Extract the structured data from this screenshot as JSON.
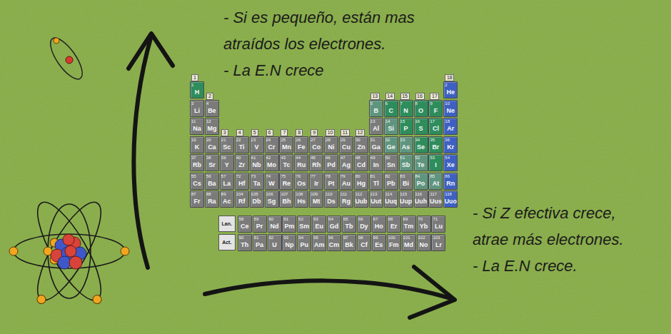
{
  "diagram": {
    "nodes": [
      {
        "text": [
          "1"
        ]
      },
      {
        "text": [
          "1",
          "H"
        ]
      },
      {
        "text": [
          "2"
        ]
      },
      {
        "text": [
          "13"
        ]
      },
      {
        "text": [
          "14"
        ]
      },
      {
        "text": [
          "15"
        ]
      },
      {
        "text": [
          "16"
        ]
      },
      {
        "text": [
          "17"
        ]
      },
      {
        "text": [
          "18"
        ]
      },
      {
        "text": [
          "2",
          "He"
        ]
      },
      {
        "text": [
          "3",
          "Li"
        ]
      },
      {
        "text": [
          "4",
          "Be"
        ]
      },
      {
        "text": [
          "5",
          "B"
        ]
      },
      {
        "text": [
          "6",
          "C"
        ]
      },
      {
        "text": [
          "7",
          "N"
        ]
      },
      {
        "text": [
          "8",
          "O"
        ]
      },
      {
        "text": [
          "9",
          "F"
        ]
      },
      {
        "text": [
          "10",
          "Ne"
        ]
      },
      {
        "text": [
          "11",
          "Na"
        ]
      },
      {
        "text": [
          "12",
          "Mg"
        ]
      },
      {
        "text": [
          "13",
          "Al"
        ]
      },
      {
        "text": [
          "14",
          "Si"
        ]
      },
      {
        "text": [
          "15",
          "P"
        ]
      },
      {
        "text": [
          "16",
          "S"
        ]
      },
      {
        "text": [
          "17",
          "Cl"
        ]
      },
      {
        "text": [
          "18",
          "Ar"
        ]
      },
      {
        "text": [
          "3"
        ]
      },
      {
        "text": [
          "4"
        ]
      },
      {
        "text": [
          "5"
        ]
      },
      {
        "text": [
          "6"
        ]
      },
      {
        "text": [
          "7"
        ]
      },
      {
        "text": [
          "8"
        ]
      },
      {
        "text": [
          "9"
        ]
      },
      {
        "text": [
          "10"
        ]
      },
      {
        "text": [
          "11"
        ]
      },
      {
        "text": [
          "12"
        ]
      },
      {
        "text": [
          "19",
          "K"
        ]
      },
      {
        "text": [
          "20",
          "Ca"
        ]
      },
      {
        "text": [
          "21",
          "Sc"
        ]
      },
      {
        "text": [
          "22",
          "Ti"
        ]
      },
      {
        "text": [
          "23",
          "V"
        ]
      },
      {
        "text": [
          "24",
          "Cr"
        ]
      },
      {
        "text": [
          "25",
          "Mn"
        ]
      },
      {
        "text": [
          "26",
          "Fe"
        ]
      },
      {
        "text": [
          "27",
          "Co"
        ]
      },
      {
        "text": [
          "28",
          "Ni"
        ]
      },
      {
        "text": [
          "29",
          "Cu"
        ]
      },
      {
        "text": [
          "30",
          "Zn"
        ]
      },
      {
        "text": [
          "31",
          "Ga"
        ]
      },
      {
        "text": [
          "32",
          "Ge"
        ]
      },
      {
        "text": [
          "33",
          "As"
        ]
      },
      {
        "text": [
          "34",
          "Se"
        ]
      },
      {
        "text": [
          "35",
          "Br"
        ]
      },
      {
        "text": [
          "36",
          "Kr"
        ]
      },
      {
        "text": [
          "37",
          "Rb"
        ]
      },
      {
        "text": [
          "38",
          "Sr"
        ]
      },
      {
        "text": [
          "39",
          "Y"
        ]
      },
      {
        "text": [
          "40",
          "Zr"
        ]
      },
      {
        "text": [
          "41",
          "Nb"
        ]
      },
      {
        "text": [
          "42",
          "Mo"
        ]
      },
      {
        "text": [
          "43",
          "Tc"
        ]
      },
      {
        "text": [
          "44",
          "Ru"
        ]
      },
      {
        "text": [
          "45",
          "Rh"
        ]
      },
      {
        "text": [
          "46",
          "Pd"
        ]
      },
      {
        "text": [
          "47",
          "Ag"
        ]
      },
      {
        "text": [
          "48",
          "Cd"
        ]
      },
      {
        "text": [
          "49",
          "In"
        ]
      },
      {
        "text": [
          "50",
          "Sn"
        ]
      },
      {
        "text": [
          "51",
          "Sb"
        ]
      },
      {
        "text": [
          "52",
          "Te"
        ]
      },
      {
        "text": [
          "53",
          "I"
        ]
      },
      {
        "text": [
          "54",
          "Xe"
        ]
      },
      {
        "text": [
          "55",
          "Cs"
        ]
      },
      {
        "text": [
          "56",
          "Ba"
        ]
      },
      {
        "text": [
          "57",
          "La"
        ]
      },
      {
        "text": [
          "72",
          "Hf"
        ]
      },
      {
        "text": [
          "73",
          "Ta"
        ]
      },
      {
        "text": [
          "74",
          "W"
        ]
      },
      {
        "text": [
          "75",
          "Re"
        ]
      },
      {
        "text": [
          "76",
          "Os"
        ]
      },
      {
        "text": [
          "77",
          "Ir"
        ]
      },
      {
        "text": [
          "78",
          "Pt"
        ]
      },
      {
        "text": [
          "79",
          "Au"
        ]
      },
      {
        "text": [
          "80",
          "Hg"
        ]
      },
      {
        "text": [
          "81",
          "Tl"
        ]
      },
      {
        "text": [
          "82",
          "Pb"
        ]
      },
      {
        "text": [
          "83",
          "Bi"
        ]
      },
      {
        "text": [
          "84",
          "Po"
        ]
      },
      {
        "text": [
          "85",
          "At"
        ]
      },
      {
        "text": [
          "86",
          "Rn"
        ]
      },
      {
        "text": [
          "87",
          "Fr"
        ]
      },
      {
        "text": [
          "88",
          "Ra"
        ]
      },
      {
        "text": [
          "89",
          "Ac"
        ]
      },
      {
        "text": [
          "104",
          "Rf"
        ]
      },
      {
        "text": [
          "105",
          "Db"
        ]
      },
      {
        "text": [
          "106",
          "Sg"
        ]
      },
      {
        "text": [
          "107",
          "Bh"
        ]
      },
      {
        "text": [
          "108",
          "Hs"
        ]
      },
      {
        "text": [
          "109",
          "Mt"
        ]
      },
      {
        "text": [
          "110",
          "Ds"
        ]
      },
      {
        "text": [
          "111",
          "Rg"
        ]
      },
      {
        "text": [
          "112",
          "Uub"
        ]
      },
      {
        "text": [
          "113",
          "Uut"
        ]
      },
      {
        "text": [
          "114",
          "Uuq"
        ]
      },
      {
        "text": [
          "115",
          "Uup"
        ]
      },
      {
        "text": [
          "116",
          "Uuh"
        ]
      },
      {
        "text": [
          "117",
          "Uus"
        ]
      },
      {
        "text": [
          "118",
          "Uuo"
        ]
      },
      {
        "text": [
          "Lan."
        ]
      },
      {
        "text": [
          "58",
          "Ce"
        ]
      },
      {
        "text": [
          "59",
          "Pr"
        ]
      },
      {
        "text": [
          "60",
          "Nd"
        ]
      },
      {
        "text": [
          "61",
          "Pm"
        ]
      },
      {
        "text": [
          "62",
          "Sm"
        ]
      },
      {
        "text": [
          "63",
          "Eu"
        ]
      },
      {
        "text": [
          "64",
          "Gd"
        ]
      },
      {
        "text": [
          "65",
          "Tb"
        ]
      },
      {
        "text": [
          "66",
          "Dy"
        ]
      },
      {
        "text": [
          "67",
          "Ho"
        ]
      },
      {
        "text": [
          "68",
          "Er"
        ]
      },
      {
        "text": [
          "69",
          "Tm"
        ]
      },
      {
        "text": [
          "70",
          "Yb"
        ]
      },
      {
        "text": [
          "71",
          "Lu"
        ]
      },
      {
        "text": [
          "Act."
        ]
      },
      {
        "text": [
          "90",
          "Th"
        ]
      },
      {
        "text": [
          "91",
          "Pa"
        ]
      },
      {
        "text": [
          "92",
          "U"
        ]
      },
      {
        "text": [
          "93",
          "Np"
        ]
      },
      {
        "text": [
          "94",
          "Pu"
        ]
      },
      {
        "text": [
          "95",
          "Am"
        ]
      },
      {
        "text": [
          "96",
          "Cm"
        ]
      },
      {
        "text": [
          "97",
          "Bk"
        ]
      },
      {
        "text": [
          "98",
          "Cf"
        ]
      },
      {
        "text": [
          "99",
          "Es"
        ]
      },
      {
        "text": [
          "100",
          "Fm"
        ]
      },
      {
        "text": [
          "101",
          "Md"
        ]
      },
      {
        "text": [
          "102",
          "No"
        ]
      },
      {
        "text": [
          "103",
          "Lr"
        ]
      }
    ],
    "labels": [
      "- Si es pequeño, están mas atraídos los electrones.",
      "- La E.N crece",
      "- Si Z efectiva crece, atrae más electrones.",
      "- La E.N crece."
    ]
  }
}
